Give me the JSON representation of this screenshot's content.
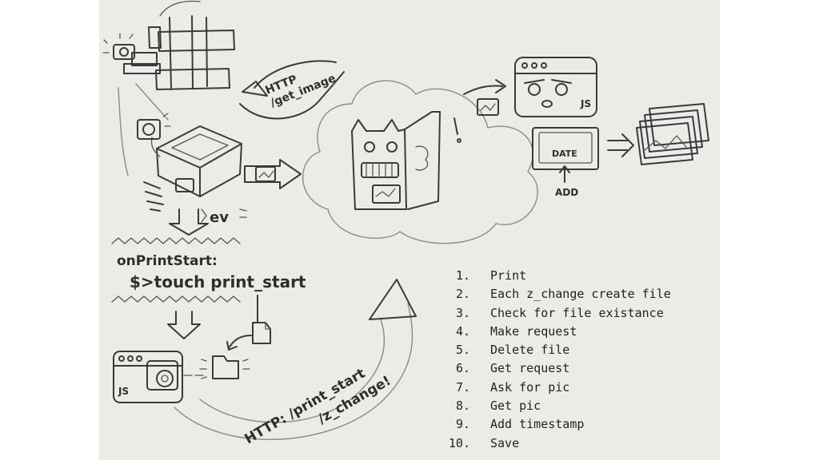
{
  "sketch": {
    "http_get_image": "HTTP\n/get_image",
    "ev_label": "ev",
    "date_label": "DATE",
    "add_label": "ADD",
    "js_label_top": "JS",
    "js_label_bottom": "JS",
    "on_print_start": "onPrintStart:",
    "command": "$>touch print_start",
    "http_bottom": "HTTP: /print_start\n/z_change!"
  },
  "steps": [
    {
      "number": "1.",
      "text": "Print"
    },
    {
      "number": "2.",
      "text": "Each z_change create file"
    },
    {
      "number": "3.",
      "text": "Check for file existance"
    },
    {
      "number": "4.",
      "text": "Make request"
    },
    {
      "number": "5.",
      "text": "Delete file"
    },
    {
      "number": "6.",
      "text": "Get request"
    },
    {
      "number": "7.",
      "text": "Ask for pic"
    },
    {
      "number": "8.",
      "text": "Get pic"
    },
    {
      "number": "9.",
      "text": "Add timestamp"
    },
    {
      "number": "10.",
      "text": "Save"
    }
  ]
}
